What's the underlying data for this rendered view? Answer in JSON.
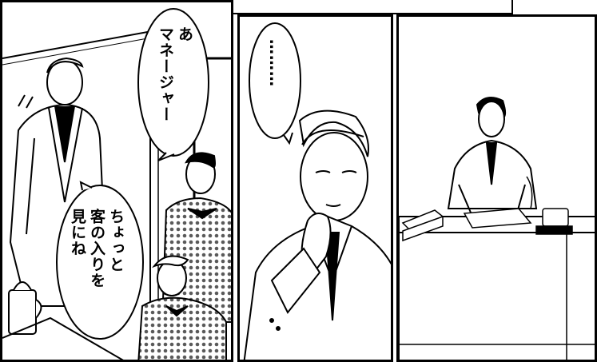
{
  "panels": [
    {
      "id": "panel-1",
      "bubbles": [
        {
          "lines": [
            "あ",
            "マネージャー"
          ]
        },
        {
          "lines": [
            "ちょっと",
            "客の入りを",
            "見にね"
          ]
        }
      ]
    },
    {
      "id": "panel-2",
      "bubbles": [
        {
          "lines": [
            "………"
          ]
        }
      ]
    },
    {
      "id": "panel-3",
      "bubbles": []
    }
  ],
  "colors": {
    "ink": "#000000",
    "paper": "#ffffff",
    "pattern": "#5a5a5a"
  }
}
